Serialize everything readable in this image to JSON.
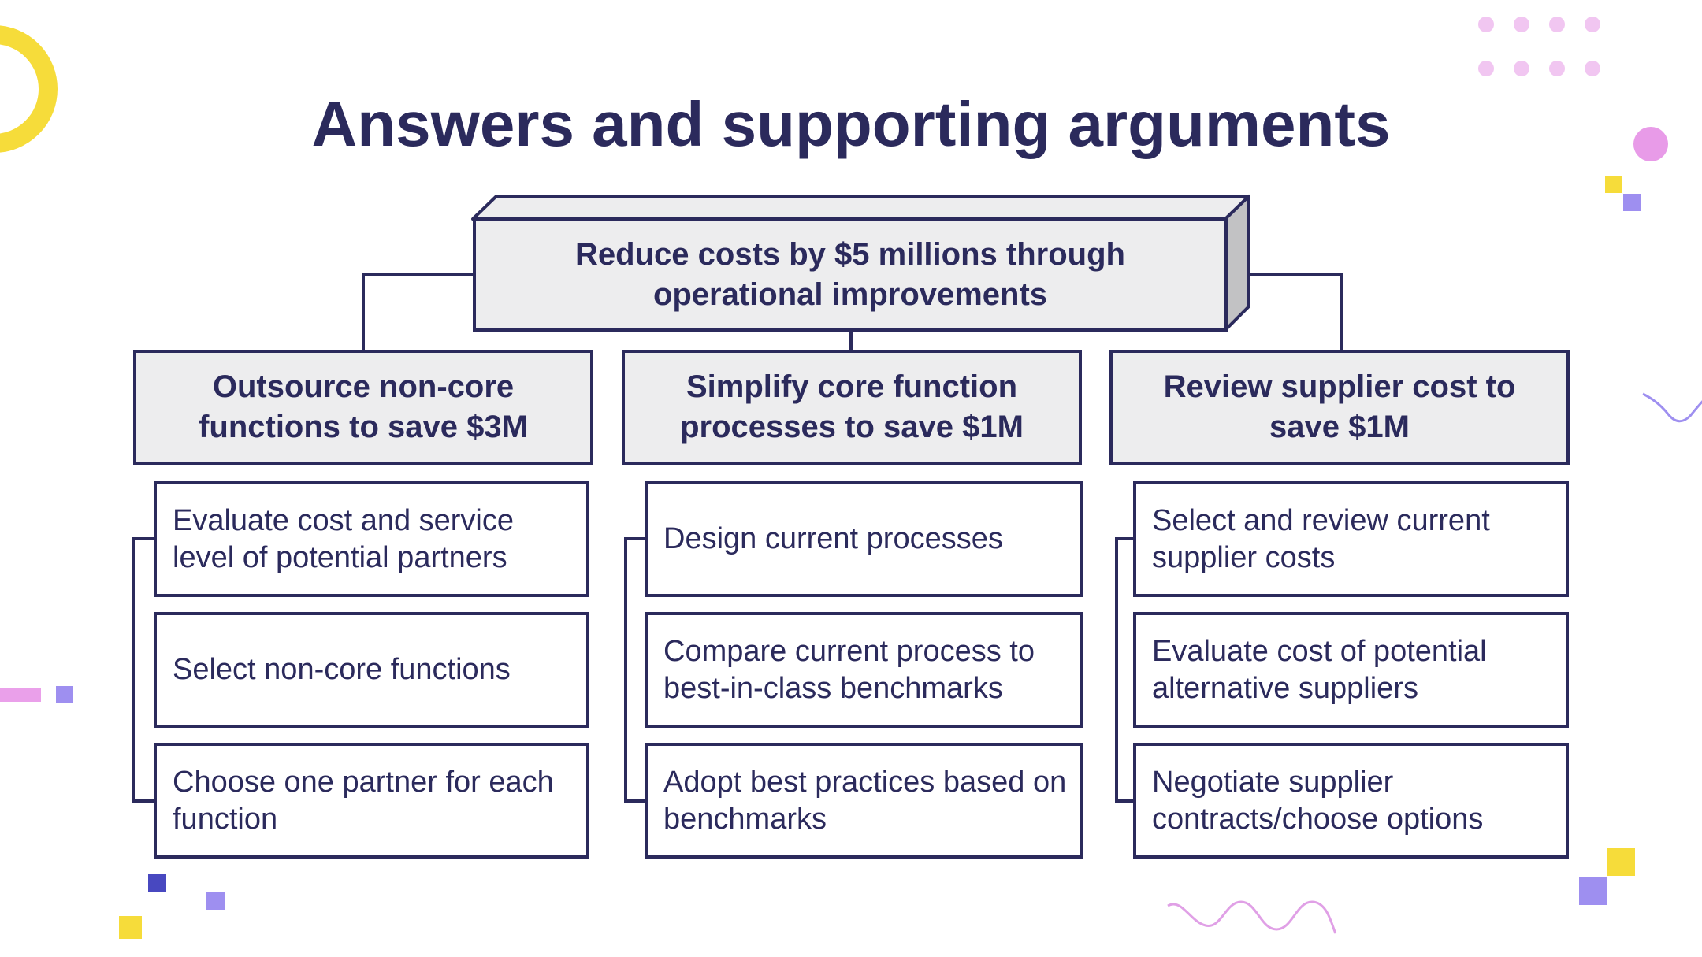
{
  "title": "Answers and supporting arguments",
  "root": {
    "label": "Reduce costs by $5 millions through operational improvements"
  },
  "branches": [
    {
      "label": "Outsource non-core functions to save $3M",
      "items": [
        "Evaluate cost and service level of potential partners",
        "Select non-core functions",
        "Choose one partner for each function"
      ]
    },
    {
      "label": "Simplify core function processes to save $1M",
      "items": [
        "Design current processes",
        "Compare current process to best-in-class benchmarks",
        "Adopt best practices based on benchmarks"
      ]
    },
    {
      "label": "Review supplier cost to save $1M",
      "items": [
        "Select and review current supplier costs",
        "Evaluate cost of potential alternative suppliers",
        "Negotiate supplier contracts/choose options"
      ]
    }
  ],
  "colors": {
    "navy": "#2b2a5c",
    "box_fill": "#ededee",
    "yellow": "#f6dc3a",
    "pink": "#eaa0ea",
    "lilac": "#9e8ff0",
    "indigo": "#4848c0"
  }
}
